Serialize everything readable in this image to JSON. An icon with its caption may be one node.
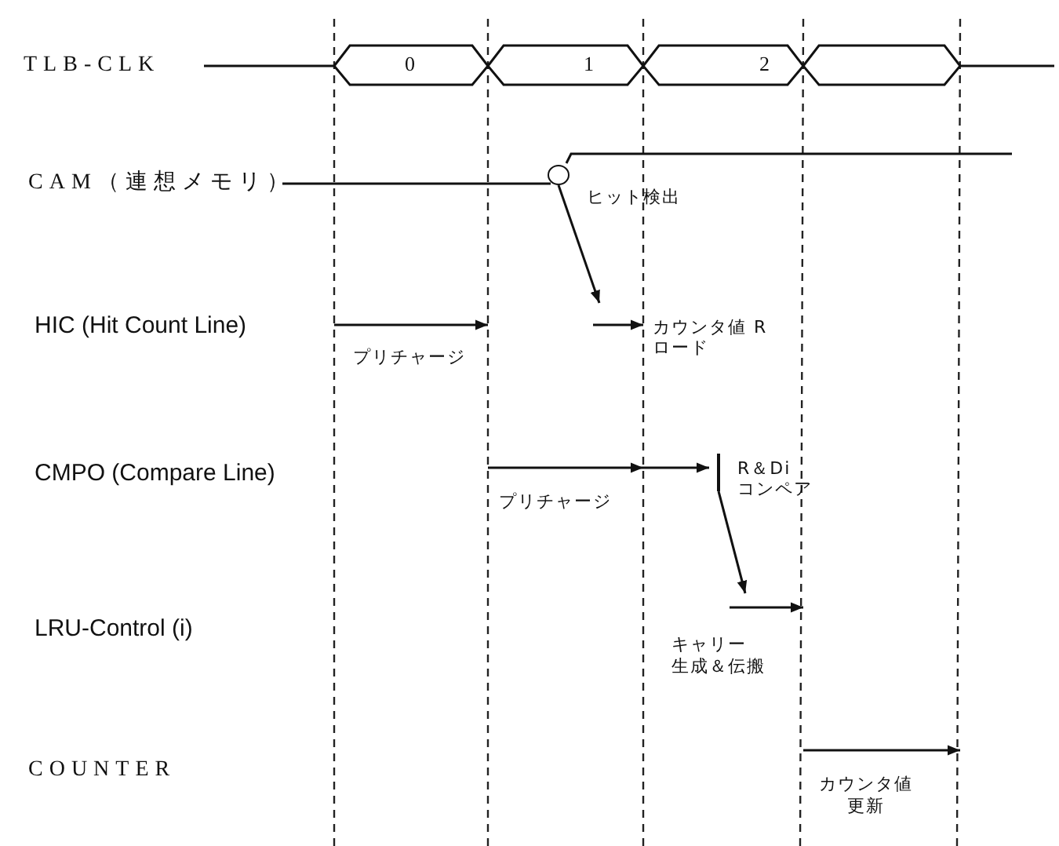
{
  "diagram": {
    "nodes": [
      {
        "text": [],
        "shape": "circle"
      },
      {
        "text": [],
        "shape": "bar"
      }
    ],
    "edges": [
      {
        "from": 0,
        "to": null,
        "arrow": "to"
      },
      {
        "from": 1,
        "to": null,
        "arrow": "to"
      }
    ],
    "labels": [
      "TLB-CLK",
      "0",
      "1",
      "2",
      "CAM（連想メモリ）",
      "ヒット検出",
      "HIC (Hit Count Line)",
      "プリチャージ",
      "カウンタ値 R ロード",
      "CMPO (Compare Line)",
      "プリチャージ",
      "R＆Di コンペア",
      "LRU-Control (i)",
      "キャリー",
      "生成＆伝搬",
      "COUNTER",
      "カウンタ値",
      "更新"
    ]
  }
}
